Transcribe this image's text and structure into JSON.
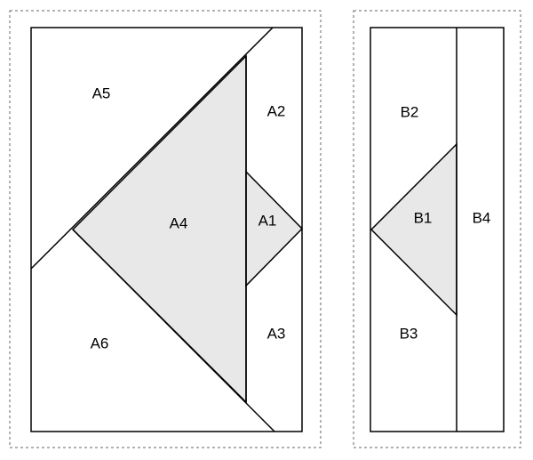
{
  "block_a": {
    "labels": {
      "a1": "A1",
      "a2": "A2",
      "a3": "A3",
      "a4": "A4",
      "a5": "A5",
      "a6": "A6"
    },
    "shaded_color": "#e8e8e8"
  },
  "block_b": {
    "labels": {
      "b1": "B1",
      "b2": "B2",
      "b3": "B3",
      "b4": "B4"
    },
    "shaded_color": "#e8e8e8"
  },
  "line_color": "#000000",
  "frame_color": "#666666"
}
